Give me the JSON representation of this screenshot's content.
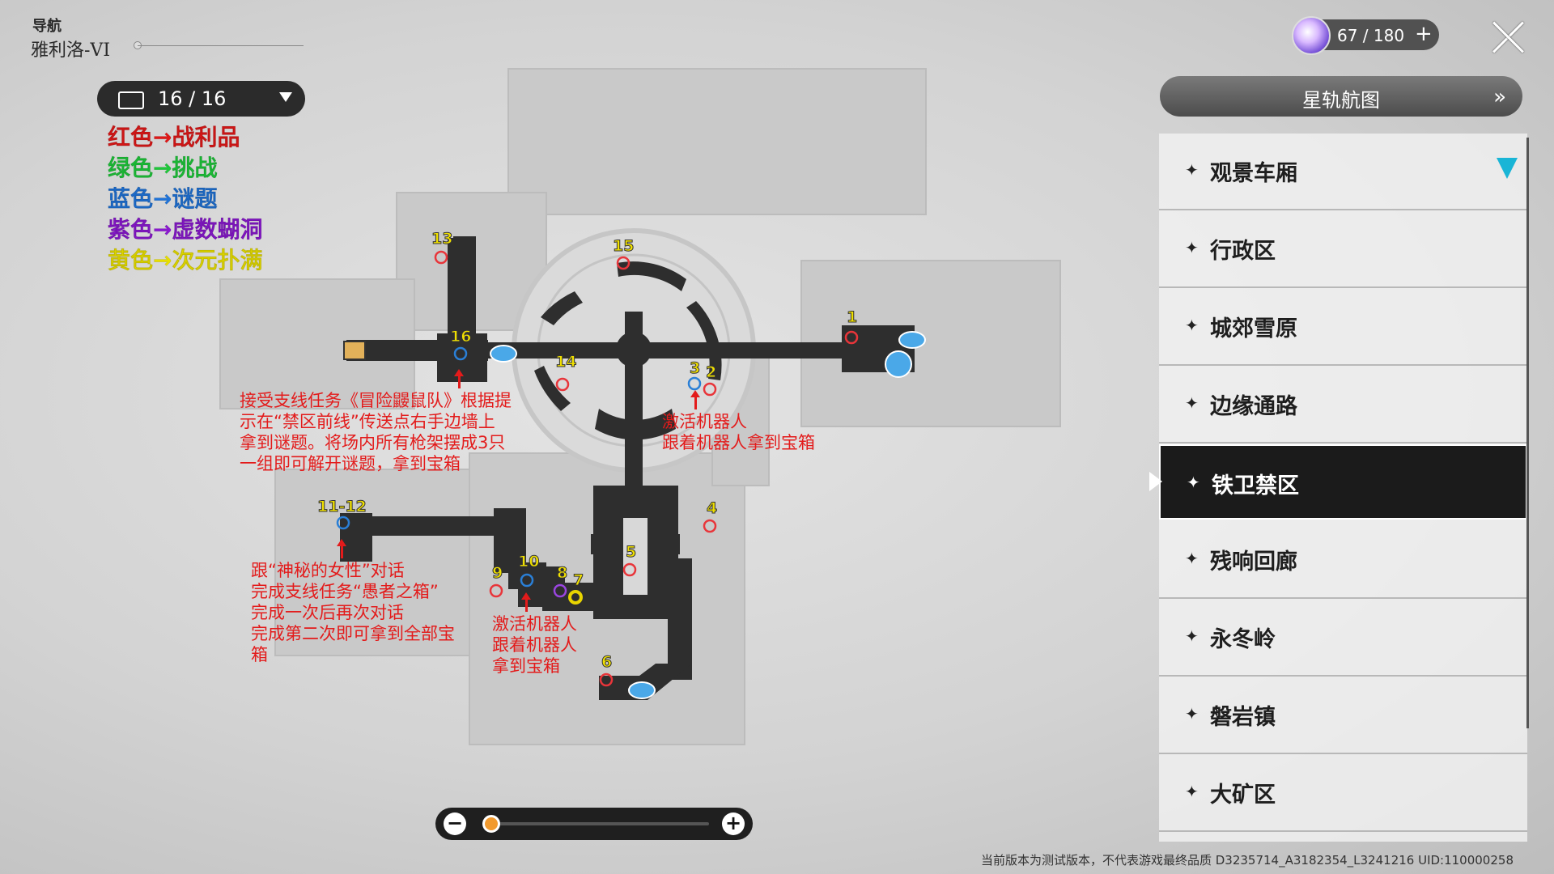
{
  "header": {
    "nav_label": "导航",
    "world": "雅利洛-VI"
  },
  "stamina": {
    "value": "67 / 180",
    "plus": "+"
  },
  "chest_counter": {
    "text": "16 / 16"
  },
  "legend": [
    {
      "text": "红色→战利品",
      "color": "#e01818"
    },
    {
      "text": "绿色→挑战",
      "color": "#1ec83a"
    },
    {
      "text": "蓝色→谜题",
      "color": "#1f73d8"
    },
    {
      "text": "紫色→虚数蝴洞",
      "color": "#8a18d0"
    },
    {
      "text": "黄色→次元扑满",
      "color": "#e8df00"
    }
  ],
  "map": {
    "markers": [
      {
        "id": "1",
        "type": "red"
      },
      {
        "id": "2",
        "type": "red"
      },
      {
        "id": "3",
        "type": "blue"
      },
      {
        "id": "4",
        "type": "red"
      },
      {
        "id": "5",
        "type": "red"
      },
      {
        "id": "6",
        "type": "red"
      },
      {
        "id": "7",
        "type": "yellow"
      },
      {
        "id": "8",
        "type": "purple"
      },
      {
        "id": "9",
        "type": "red"
      },
      {
        "id": "10",
        "type": "blue"
      },
      {
        "id": "11-12",
        "type": "blue"
      },
      {
        "id": "13",
        "type": "red"
      },
      {
        "id": "14",
        "type": "red"
      },
      {
        "id": "15",
        "type": "red"
      },
      {
        "id": "16",
        "type": "blue"
      }
    ],
    "annotations": {
      "a16": "接受支线任务《冒险鼹鼠队》根据提\n示在“禁区前线”传送点右手边墙上\n拿到谜题。将场内所有枪架摆成3只\n一组即可解开谜题，拿到宝箱",
      "a3": "激活机器人\n跟着机器人拿到宝箱",
      "a11": "跟“神秘的女性”对话\n完成支线任务“愚者之箱”\n完成一次后再次对话\n完成第二次即可拿到全部宝\n箱",
      "a10": "激活机器人\n跟着机器人\n拿到宝箱"
    }
  },
  "panel": {
    "header": "星轨航图",
    "regions": [
      "观景车厢",
      "行政区",
      "城郊雪原",
      "边缘通路",
      "铁卫禁区",
      "残响回廊",
      "永冬岭",
      "磐岩镇",
      "大矿区"
    ],
    "active_region": "铁卫禁区",
    "checked_region": "观景车厢"
  },
  "zoom": {
    "level": 0.0
  },
  "footer": "当前版本为测试版本，不代表游戏最终品质 D3235714_A3182354_L3241216 UID:110000258",
  "colors": {
    "red": "#e8353a",
    "blue": "#2a7fd6",
    "purple": "#9a45e0",
    "yellow": "#e8d400",
    "road": "#2e2e2e"
  }
}
